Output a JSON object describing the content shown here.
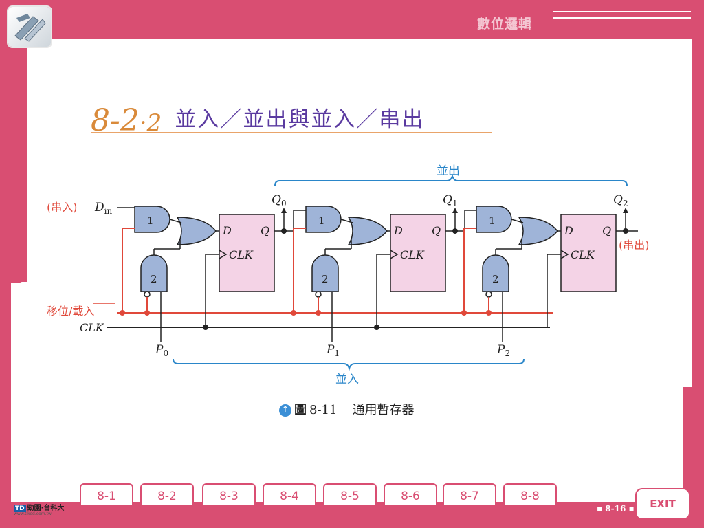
{
  "header": {
    "title": "數位邏輯"
  },
  "section": {
    "number_main": "8-2",
    "number_sub": "·2",
    "title": "並入／並出與並入／串出"
  },
  "diagram": {
    "parallel_out_label": "並出",
    "parallel_in_label": "並入",
    "serial_in_label": "(串入)",
    "din_label": "D",
    "din_sub": "in",
    "serial_out_label": "(串出)",
    "shift_load_label_a": "移位/",
    "shift_load_label_b": "載入",
    "clk_label": "CLK",
    "gate1_label": "1",
    "gate2_label": "2",
    "ff_d_label": "D",
    "ff_q_label": "Q",
    "ff_clk_label": "CLK",
    "q_labels": [
      {
        "main": "Q",
        "sub": "0"
      },
      {
        "main": "Q",
        "sub": "1"
      },
      {
        "main": "Q",
        "sub": "2"
      }
    ],
    "p_labels": [
      {
        "main": "P",
        "sub": "0"
      },
      {
        "main": "P",
        "sub": "1"
      },
      {
        "main": "P",
        "sub": "2"
      }
    ]
  },
  "caption": {
    "icon": "up-arrow-icon",
    "fig_label": "圖",
    "fig_num": "8-11",
    "text": "通用暫存器"
  },
  "nav": {
    "tabs": [
      "8-1",
      "8-2",
      "8-3",
      "8-4",
      "8-5",
      "8-6",
      "8-7",
      "8-8"
    ]
  },
  "footer": {
    "page": "▪ 8-16 ▪",
    "exit": "EXIT",
    "publisher": "勁園·台科大",
    "publisher_mark": "TD",
    "publisher_url": "www.tiked.com.tw"
  },
  "colors": {
    "frame": "#d94e72",
    "gate": "#9fb4d8",
    "flipflop": "#f4d3e6",
    "red_wire": "#e0483a",
    "brace": "#2a86c9",
    "title": "#5a3aa0",
    "section_number": "#d98a3a"
  }
}
